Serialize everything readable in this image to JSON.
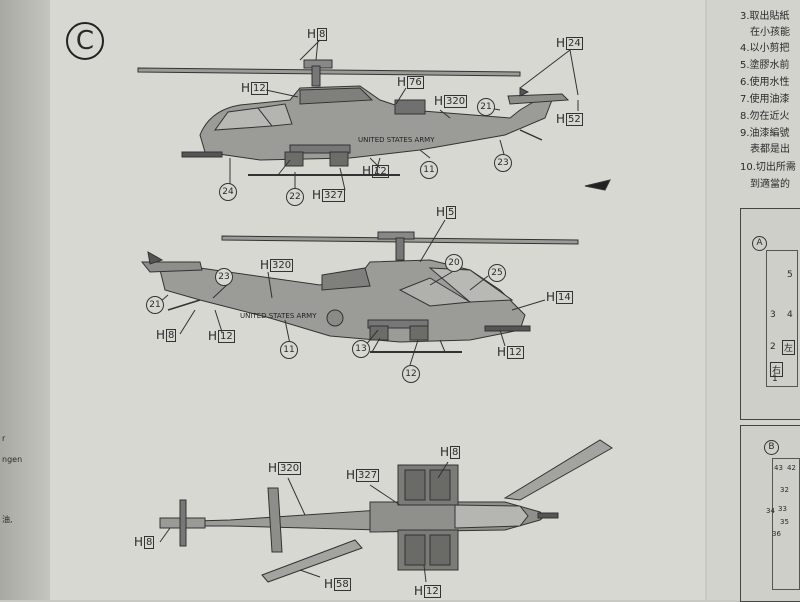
{
  "section": {
    "badge": "C"
  },
  "top_view_upper": {
    "callouts": [
      {
        "prefix": "H",
        "code": "8"
      },
      {
        "prefix": "H",
        "code": "12"
      },
      {
        "prefix": "H",
        "code": "76"
      },
      {
        "prefix": "H",
        "code": "320"
      },
      {
        "prefix": "H",
        "code": "24"
      },
      {
        "prefix": "H",
        "code": "52"
      },
      {
        "prefix": "H",
        "code": "12"
      },
      {
        "prefix": "H",
        "code": "327"
      }
    ],
    "numbers": [
      "21",
      "11",
      "23",
      "24",
      "22"
    ]
  },
  "top_view_lower": {
    "callouts": [
      {
        "prefix": "H",
        "code": "5"
      },
      {
        "prefix": "H",
        "code": "320"
      },
      {
        "prefix": "H",
        "code": "14"
      },
      {
        "prefix": "H",
        "code": "8"
      },
      {
        "prefix": "H",
        "code": "12"
      },
      {
        "prefix": "H",
        "code": "12"
      }
    ],
    "numbers": [
      "20",
      "23",
      "25",
      "21",
      "11",
      "13",
      "12"
    ]
  },
  "plan_view": {
    "callouts": [
      {
        "prefix": "H",
        "code": "8"
      },
      {
        "prefix": "H",
        "code": "320"
      },
      {
        "prefix": "H",
        "code": "327"
      },
      {
        "prefix": "H",
        "code": "8"
      },
      {
        "prefix": "H",
        "code": "58"
      },
      {
        "prefix": "H",
        "code": "12"
      }
    ]
  },
  "fuselage_text": "UNITED STATES ARMY",
  "right_page": {
    "steps": [
      "3.取出貼紙",
      "在小孩能",
      "4.以小剪把",
      "5.塗膠水前",
      "6.使用水性",
      "7.使用油漆",
      "8.勿在近火",
      "9.油漆編號",
      "表都是出",
      "10.切出所需",
      "到適當的"
    ],
    "panel_a": {
      "label": "A",
      "items": [
        "5",
        "3",
        "4",
        "2",
        "左",
        "右",
        "1"
      ]
    },
    "panel_b": {
      "label": "B",
      "items": [
        "43",
        "42",
        "32",
        "33",
        "34",
        "35",
        "36"
      ]
    }
  },
  "left_page_fragments": [
    "r",
    "ngen",
    "油,"
  ]
}
